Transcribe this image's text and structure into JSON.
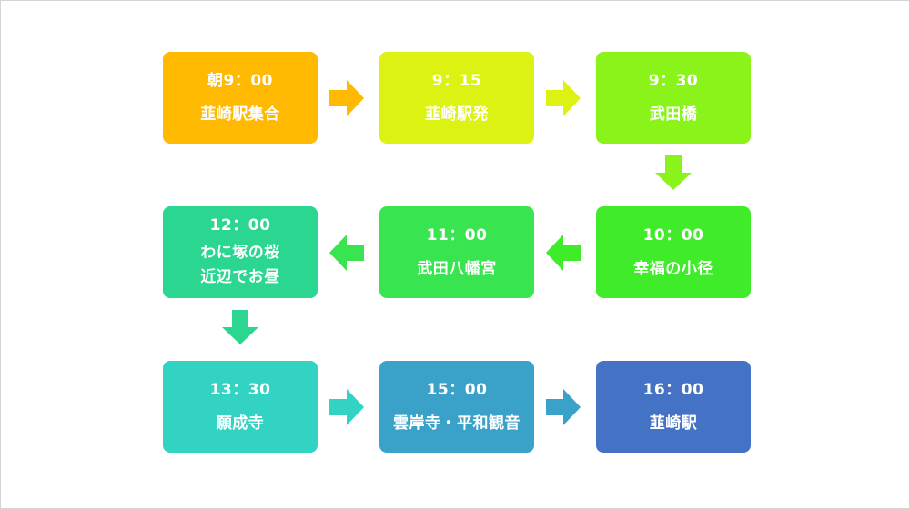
{
  "steps": [
    {
      "time": "朝9：00",
      "place": "韮崎駅集合",
      "color": "#FFB900"
    },
    {
      "time": "9：15",
      "place": "韮崎駅発",
      "color": "#DBF212"
    },
    {
      "time": "9：30",
      "place": "武田橋",
      "color": "#8AF41A"
    },
    {
      "time": "10：00",
      "place": "幸福の小径",
      "color": "#40EB2A"
    },
    {
      "time": "11：00",
      "place": "武田八幡宮",
      "color": "#38E550"
    },
    {
      "time": "12：00",
      "place": "わに塚の桜\n近辺でお昼",
      "color": "#2BD690"
    },
    {
      "time": "13：30",
      "place": "願成寺",
      "color": "#32D3C3"
    },
    {
      "time": "15：00",
      "place": "雲岸寺・平和観音",
      "color": "#3AA1C8"
    },
    {
      "time": "16：00",
      "place": "韮崎駅",
      "color": "#4472C4"
    }
  ],
  "arrows": [
    {
      "color": "#FFB900"
    },
    {
      "color": "#DBF212"
    },
    {
      "color": "#8AF41A"
    },
    {
      "color": "#40EB2A"
    },
    {
      "color": "#38E550"
    },
    {
      "color": "#2BD690"
    },
    {
      "color": "#32D3C3"
    },
    {
      "color": "#3AA1C8"
    }
  ]
}
